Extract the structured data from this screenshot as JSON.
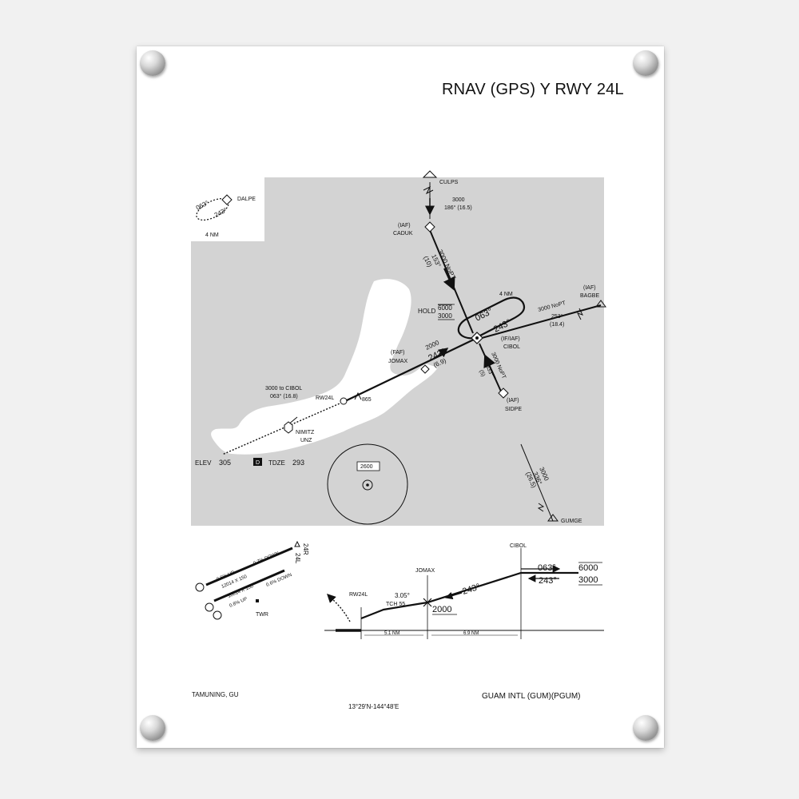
{
  "chart": {
    "title": "RNAV (GPS) Y RWY 24L",
    "inset": {
      "fix": "DALPE",
      "course_out": "063°",
      "course_in": "243°",
      "leg": "4 NM"
    },
    "fixes": {
      "culps": "CULPS",
      "caduk_iaf": "(IAF)",
      "caduk": "CADUK",
      "bagbe_iaf": "(IAF)",
      "bagbe": "BAGBE",
      "cibol_role": "(IF/IAF)",
      "cibol": "CIBOL",
      "jomax_role": "(FAF)",
      "jomax": "JOMAX",
      "sidpe_iaf": "(IAF)",
      "sidpe": "SIDPE",
      "gumge": "GUMGE",
      "nimitz": "NIMITZ",
      "unz": "UNZ",
      "rw24l": "RW24L"
    },
    "legs": {
      "culps_alt": "3000",
      "culps_crs": "186° (16.5)",
      "caduk_nopt": "3000 NoPT",
      "caduk_crs": "153°",
      "caduk_dist": "(10)",
      "hold_label": "HOLD",
      "hold_max": "6000",
      "hold_min": "3000",
      "hold_leg": "4 NM",
      "hold_out": "063°",
      "hold_in": "243°",
      "bagbe_nopt": "3000 NoPT",
      "bagbe_crs": "253°",
      "bagbe_dist": "(18.4)",
      "sidpe_nopt": "3000 NoPT",
      "sidpe_crs": "333°",
      "sidpe_dist": "(5)",
      "final_alt": "2000",
      "final_crs": "243°",
      "final_dist": "(6.9)",
      "gumge_alt": "3000",
      "gumge_crs": "336°",
      "gumge_dist": "(26.5)",
      "missed_alt": "3000 to CIBOL",
      "missed_crs": "063° (16.8)",
      "obstacle": "865",
      "msa": "2600"
    },
    "elev_label": "ELEV",
    "elev": "305",
    "tdze_label": "TDZE",
    "tdze": "293",
    "tdze_box": "D",
    "airport_sketch": {
      "runway_24l": "24L",
      "runway_24r": "24R",
      "upper": [
        "0.5% UP",
        "0.7% DOWN",
        "12014 X 150"
      ],
      "lower": [
        "10014 X 150",
        "0.8% UP",
        "0.6% DOWN"
      ],
      "tower": "TWR"
    },
    "profile": {
      "cibol": "CIBOL",
      "jomax": "JOMAX",
      "rw24l": "RW24L",
      "gs": "3.05°",
      "tch": "TCH 55",
      "outbound_crs": "063°",
      "inbound_crs": "243°",
      "alt_max": "6000",
      "alt_min": "3000",
      "final_crs": "243°",
      "final_alt": "2000",
      "dist_1": "5.1 NM",
      "dist_2": "6.9 NM"
    },
    "footer": {
      "city": "TAMUNING, GU",
      "coords": "13°29'N-144°48'E",
      "airport": "GUAM INTL (GUM)(PGUM)"
    }
  }
}
